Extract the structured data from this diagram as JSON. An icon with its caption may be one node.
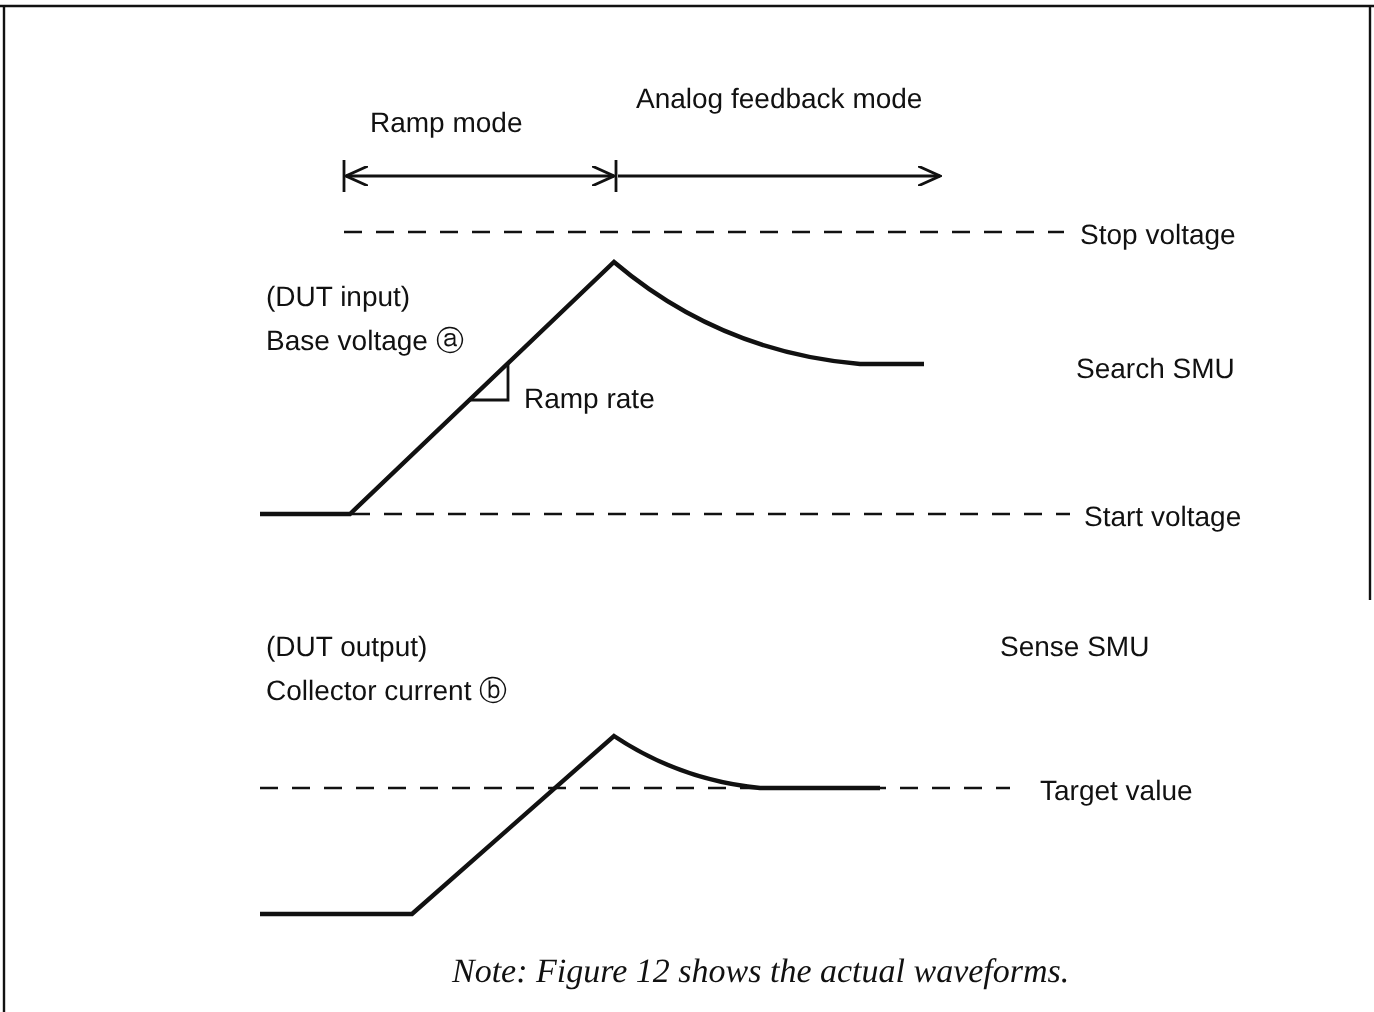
{
  "diagram": {
    "caption": "Note: Figure 12 shows the actual waveforms.",
    "labels": [
      "Analog feedback mode",
      "Ramp mode",
      "Stop voltage",
      "(DUT input)",
      "Base voltage ⓐ",
      "Search SMU",
      "Ramp rate",
      "Start voltage",
      "(DUT output)",
      "Collector current ⓑ",
      "Sense SMU",
      "Target value"
    ]
  }
}
